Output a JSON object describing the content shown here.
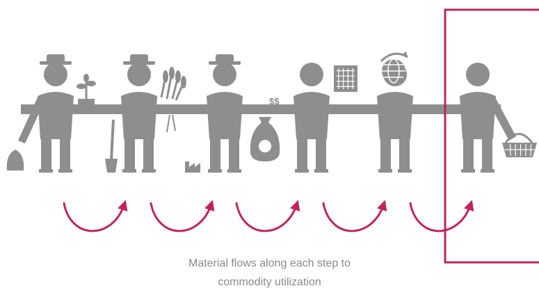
{
  "diagram": {
    "caption_lines": [
      "Material flows along each step to",
      "commodity utilization"
    ],
    "figure_color": "#8e8e8e",
    "accent_color": "#c0245c",
    "props_text": "$$",
    "actors": [
      {
        "name": "farmer-with-seedling",
        "hat": true,
        "icon": "seedling-icon"
      },
      {
        "name": "farmer-with-shovel",
        "hat": true,
        "icon": "wheat-icon"
      },
      {
        "name": "farmer-processor",
        "hat": true,
        "icon": "factory-icon"
      },
      {
        "name": "trader",
        "hat": false,
        "icon": "money-bag-icon"
      },
      {
        "name": "global-distributor",
        "hat": false,
        "icon": "globe-icon"
      },
      {
        "name": "consumer",
        "hat": false,
        "icon": "basket-icon"
      }
    ]
  }
}
